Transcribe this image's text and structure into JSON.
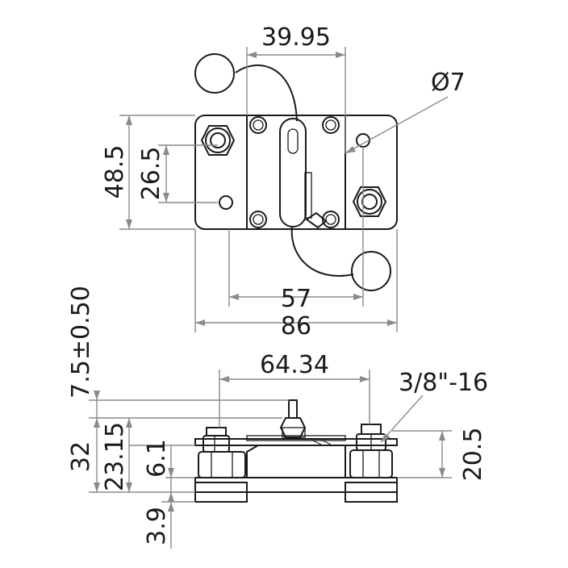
{
  "dimensions": {
    "top_pitch": "39.95",
    "hole_diameter": "Ø7",
    "height_total": "48.5",
    "height_holes": "26.5",
    "hole_pitch": "57",
    "width_total": "86",
    "stud_pitch": "64.34",
    "thread": "3/8\"-16",
    "lever_height": "7.5±0.50",
    "total_height": "32",
    "body_height": "23.15",
    "base_step": "6.1",
    "foot_height": "3.9",
    "stud_height": "20.5"
  },
  "colors": {
    "outline": "#1a1a1a",
    "dimension": "#8a8a8a",
    "background": "#ffffff"
  }
}
